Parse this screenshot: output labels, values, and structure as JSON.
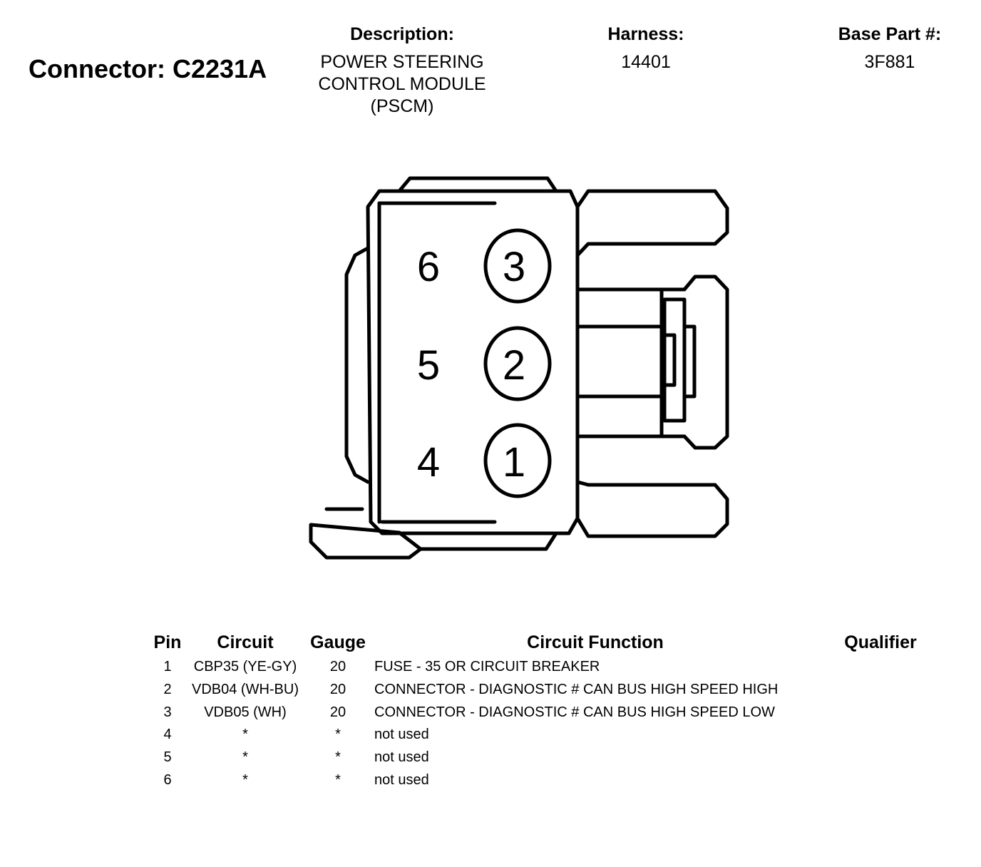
{
  "connector": {
    "label": "Connector: C2231A"
  },
  "description": {
    "header": "Description:",
    "lines": [
      "POWER STEERING",
      "CONTROL MODULE",
      "(PSCM)"
    ]
  },
  "harness": {
    "header": "Harness:",
    "value": "14401"
  },
  "base_part": {
    "header": "Base Part #:",
    "value": "3F881"
  },
  "diagram": {
    "pin_numbers": [
      "6",
      "3",
      "5",
      "2",
      "4",
      "1"
    ]
  },
  "table": {
    "headers": {
      "pin": "Pin",
      "circuit": "Circuit",
      "gauge": "Gauge",
      "function": "Circuit Function",
      "qualifier": "Qualifier"
    },
    "rows": [
      {
        "pin": "1",
        "circuit": "CBP35 (YE-GY)",
        "gauge": "20",
        "function": "FUSE - 35 OR CIRCUIT BREAKER",
        "qualifier": ""
      },
      {
        "pin": "2",
        "circuit": "VDB04 (WH-BU)",
        "gauge": "20",
        "function": "CONNECTOR - DIAGNOSTIC # CAN BUS HIGH SPEED HIGH",
        "qualifier": ""
      },
      {
        "pin": "3",
        "circuit": "VDB05 (WH)",
        "gauge": "20",
        "function": "CONNECTOR - DIAGNOSTIC # CAN BUS HIGH SPEED LOW",
        "qualifier": ""
      },
      {
        "pin": "4",
        "circuit": "*",
        "gauge": "*",
        "function": "not used",
        "qualifier": ""
      },
      {
        "pin": "5",
        "circuit": "*",
        "gauge": "*",
        "function": "not used",
        "qualifier": ""
      },
      {
        "pin": "6",
        "circuit": "*",
        "gauge": "*",
        "function": "not used",
        "qualifier": ""
      }
    ]
  }
}
